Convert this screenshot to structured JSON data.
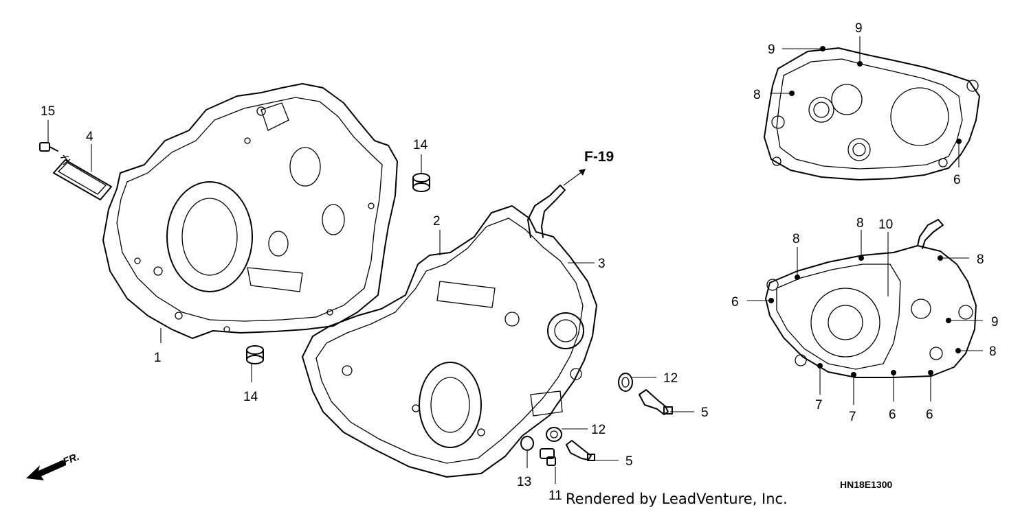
{
  "diagram": {
    "reference": "F-19",
    "diagram_code": "HN18E1300",
    "credit": "Rendered by LeadVenture, Inc.",
    "direction_label": "FR.",
    "callouts": {
      "c1": "1",
      "c2": "2",
      "c3": "3",
      "c4": "4",
      "c5a": "5",
      "c5b": "5",
      "c6a": "6",
      "c6b": "6",
      "c6c": "6",
      "c6d": "6",
      "c7a": "7",
      "c7b": "7",
      "c8a": "8",
      "c8b": "8",
      "c8c": "8",
      "c8d": "8",
      "c8e": "8",
      "c9a": "9",
      "c9b": "9",
      "c9c": "9",
      "c10": "10",
      "c11": "11",
      "c12a": "12",
      "c12b": "12",
      "c13": "13",
      "c14a": "14",
      "c14b": "14",
      "c15": "15"
    }
  }
}
